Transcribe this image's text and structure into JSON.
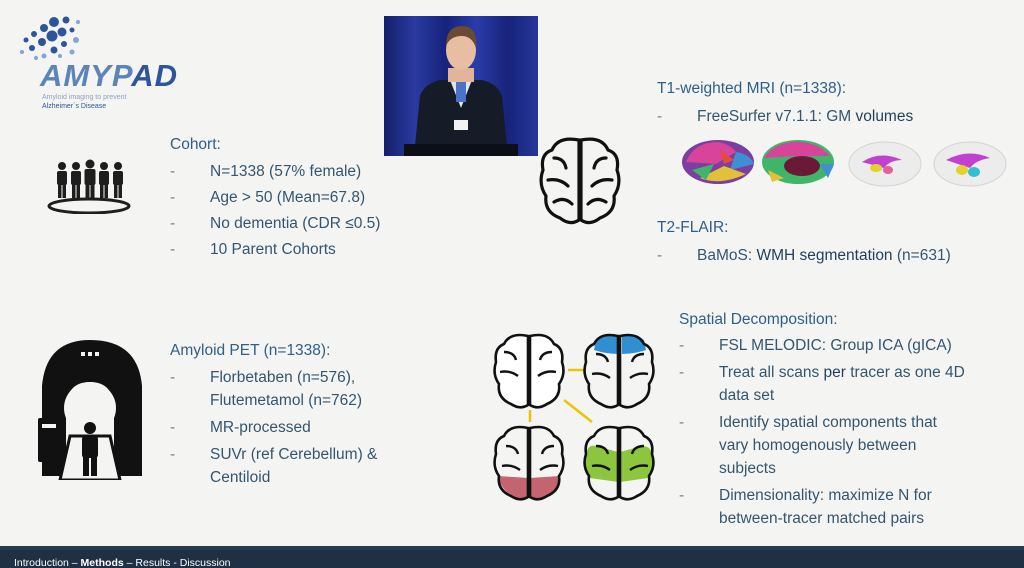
{
  "logo": {
    "name": "AMYPAD",
    "name_part1": "AMYP",
    "name_part2": "AD",
    "subtitle_line1": "Amyloid imaging to prevent",
    "subtitle_line2": "Alzheimer´s Disease"
  },
  "cohort": {
    "heading": "Cohort:",
    "items": [
      "N=1338 (57% female)",
      "Age > 50 (Mean=67.8)",
      "No dementia (CDR ≤0.5)",
      "10 Parent Cohorts"
    ]
  },
  "pet": {
    "heading": "Amyloid PET (n=1338):",
    "items": [
      "Florbetaben (n=576),",
      "Flutemetamol (n=762)",
      "MR-processed",
      "SUVr (ref Cerebellum) &",
      "Centiloid"
    ]
  },
  "t1": {
    "heading": "T1-weighted MRI (n=1338):",
    "item_prefix": "FreeSurfer v7.1.1: GM ",
    "item_bold": "volumes"
  },
  "t2": {
    "heading": "T2-FLAIR:",
    "item_prefix": "BaMoS: ",
    "item_bold": "WMH segmentation",
    "item_suffix": " (n=631)"
  },
  "spatial": {
    "heading": "Spatial Decomposition:",
    "item1": "FSL MELODIC: Group ICA (gICA)",
    "item2_prefix": "Treat all scans ",
    "item2_bold": "per",
    "item2_suffix": " tracer as one 4D",
    "item2_line2": "data set",
    "item3_line1": "Identify spatial components that",
    "item3_line2": "vary homogenously between",
    "item3_line3": "subjects",
    "item4_line1": "Dimensionality: maximize N for",
    "item4_line2": "between-tracer matched pairs"
  },
  "footer": {
    "part1": "Introduction – ",
    "part2": "Methods",
    "part3": " – Results - Discussion"
  },
  "colors": {
    "heading": "#2e5f88",
    "text": "#33566f",
    "footer_bg": "#1f3044",
    "accent_blue": "#2f8fd0",
    "accent_green": "#8cc63f",
    "accent_red": "#c4646e",
    "connector": "#f2c200"
  },
  "icons": [
    "people-group-icon",
    "brain-icon",
    "mri-scanner-icon",
    "brain-network-icon",
    "video-speaker"
  ]
}
